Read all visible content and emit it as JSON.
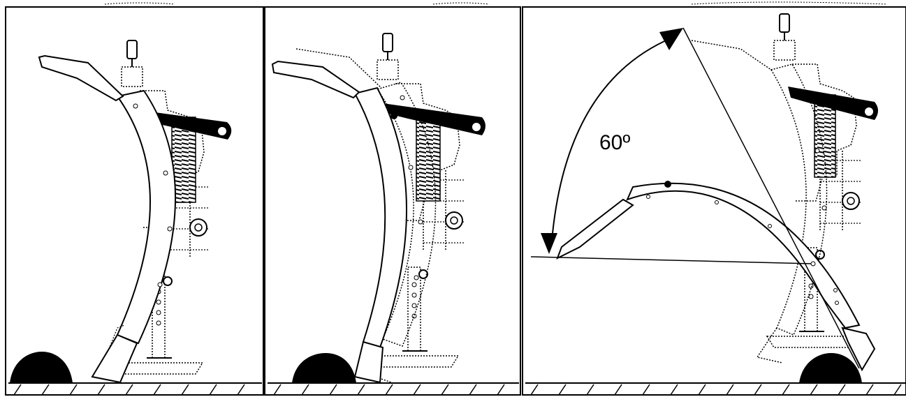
{
  "panels": [
    {
      "id": "panel-1"
    },
    {
      "id": "panel-2"
    },
    {
      "id": "panel-3",
      "angle_label": "60º"
    }
  ],
  "colors": {
    "ink": "#000000",
    "ghost": "#555555",
    "paper": "#ffffff"
  }
}
